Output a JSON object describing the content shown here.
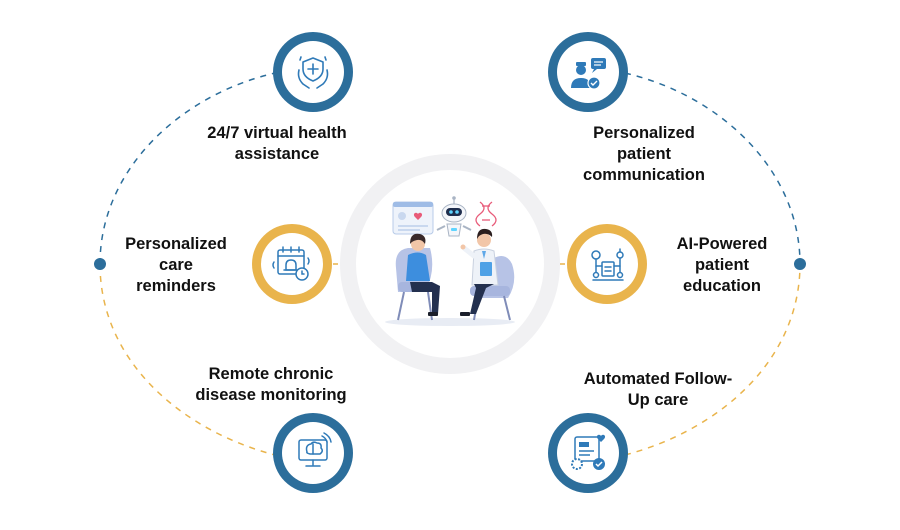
{
  "colors": {
    "blue": "#2c6e9b",
    "blue_light": "#4e93c4",
    "gold": "#e9b44c",
    "icon_blue": "#2f7ab8",
    "icon_gold": "#f0b445"
  },
  "features": [
    {
      "label_lines": [
        "24/7 virtual health",
        "assistance"
      ],
      "icon": "hands-shield-cross-icon"
    },
    {
      "label_lines": [
        "Personalized",
        "patient",
        "communication"
      ],
      "icon": "doctor-chat-icon"
    },
    {
      "label_lines": [
        "Personalized",
        "care",
        "reminders"
      ],
      "icon": "calendar-bell-clock-icon"
    },
    {
      "label_lines": [
        "AI-Powered",
        "patient",
        "education"
      ],
      "icon": "network-lightbulb-clipboard-icon"
    },
    {
      "label_lines": [
        "Remote chronic",
        "disease monitoring"
      ],
      "icon": "brain-monitor-wifi-icon"
    },
    {
      "label_lines": [
        "Automated Follow-",
        "Up care"
      ],
      "icon": "report-gear-check-icon"
    }
  ],
  "center_illustration": "doctor-patient-ai-robot-consultation"
}
